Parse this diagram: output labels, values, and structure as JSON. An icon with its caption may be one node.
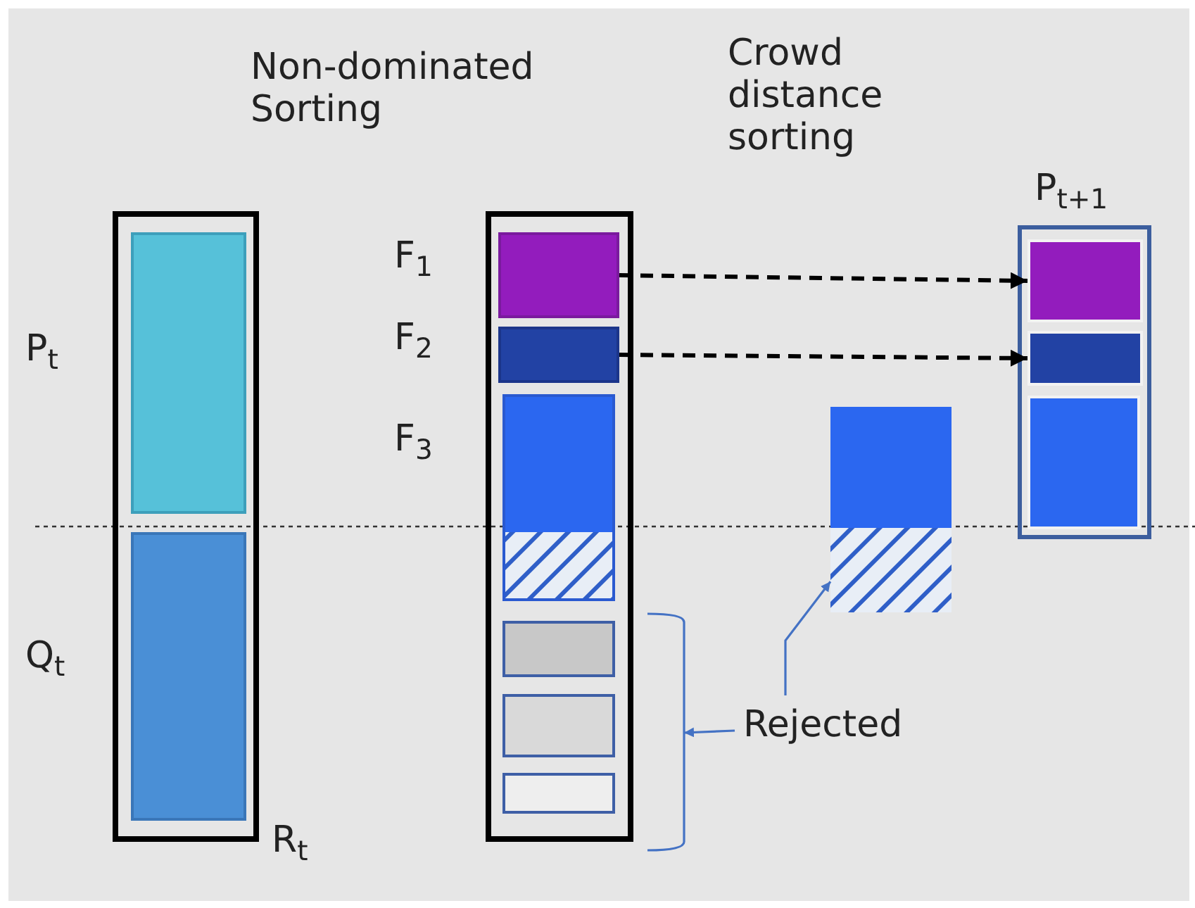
{
  "diagram": {
    "nodes": [
      {
        "text": [],
        "shape": "box",
        "beside": [
          "R$_{t}$"
        ]
      },
      {
        "text": [],
        "shape": "box",
        "in": 0,
        "beside": [
          "P$_{t}$"
        ]
      },
      {
        "text": [],
        "shape": "box",
        "in": 0,
        "beside": [
          "Q$_{t}$"
        ]
      },
      {
        "text": [],
        "shape": "box"
      },
      {
        "text": [],
        "shape": "box",
        "in": 3,
        "beside": [
          "F$_{1}$"
        ]
      },
      {
        "text": [],
        "shape": "box",
        "in": 3,
        "beside": [
          "F$_{2}$"
        ]
      },
      {
        "text": [],
        "shape": "box",
        "in": 3,
        "beside": [
          "F$_{3}$"
        ]
      },
      {
        "text": [],
        "shape": "box",
        "in": 3
      },
      {
        "text": [],
        "shape": "box",
        "in": 3
      },
      {
        "text": [],
        "shape": "box",
        "in": 3
      },
      {
        "text": [],
        "shape": "box"
      },
      {
        "text": [],
        "shape": "box",
        "beside": [
          "P$_{t+1}$"
        ]
      },
      {
        "text": [],
        "shape": "box",
        "in": 11
      },
      {
        "text": [],
        "shape": "box",
        "in": 11
      },
      {
        "text": [],
        "shape": "box",
        "in": 11
      },
      {
        "text": [
          "Rejected"
        ]
      },
      {
        "text": [],
        "shape": "bracket"
      }
    ],
    "edges": [
      {
        "from": 4,
        "to": 12,
        "arrow": "to",
        "style": "dashed"
      },
      {
        "from": 5,
        "to": 13,
        "arrow": "to",
        "style": "dashed"
      },
      {
        "from": 15,
        "to": 10,
        "arrow": "to",
        "color": "#4472c4"
      },
      {
        "from": 15,
        "to": 16,
        "arrow": "to",
        "color": "#4472c4"
      }
    ],
    "labels": [
      "Non-dominated Sorting",
      "Crowd distance sorting"
    ]
  }
}
